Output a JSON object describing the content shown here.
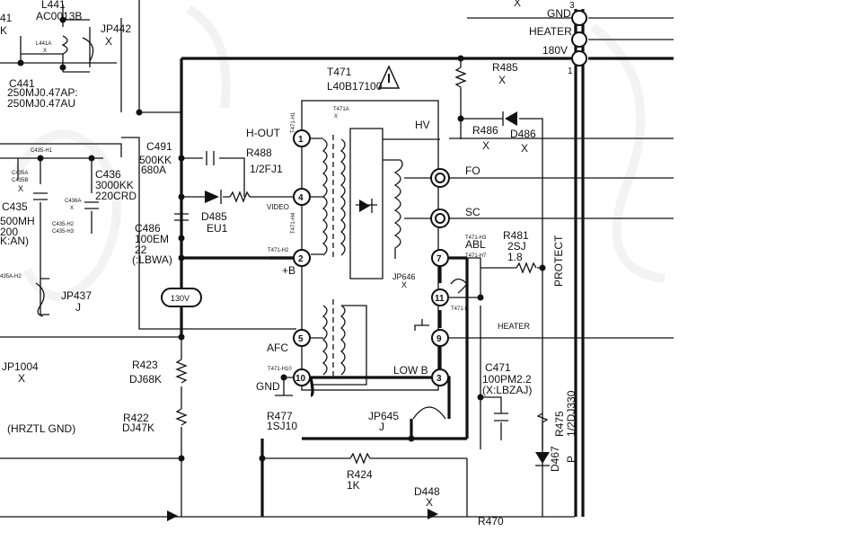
{
  "labels": {
    "l441_ref": "L441",
    "l441_val": "AC0013B",
    "l441a": "L441A",
    "l441a_x": "X",
    "jp442": "JP442",
    "jp442_x": "X",
    "frag_41": "41",
    "frag_k": "K",
    "c441_ref": "C441",
    "c441_v1": "250MJ0.47AP:",
    "c441_v2": "250MJ0.47AU",
    "c435_h1": "C435-H1",
    "c435a": "C435A",
    "c435b": "C435B",
    "c435_x": "X",
    "c435_ref": "C435",
    "c435_v1": "500MH",
    "c435_v2": "200",
    "c435_v3": "K:AN)",
    "c435a_h2": "435A-H2",
    "c436_ref": "C436",
    "c436_v1": "3000KK",
    "c436_v2": "220CRD",
    "c436a": "C436A",
    "c436a_x": "X",
    "c435_h2": "C435-H2",
    "c435_h3": "C435-H3",
    "jp437": "JP437",
    "jp437_j": "J",
    "jp1004": "JP1004",
    "jp1004_x": "X",
    "hrztl_gnd": "(HRZTL GND)",
    "c491_ref": "C491",
    "c491_v1": "500KK",
    "c491_v2": "680A",
    "c486_ref": "C486",
    "c486_v1": "100EM",
    "c486_v2": "22",
    "c486_v3": "(:LBWA)",
    "r488_ref": "R488",
    "r488_val": "1/2FJ1",
    "d485_ref": "D485",
    "d485_val": "EU1",
    "v130": "130V",
    "r423_ref": "R423",
    "r423_val": "DJ68K",
    "r422_ref": "R422",
    "r422_val": "DJ47K",
    "r477_ref": "R477",
    "r477_val": "1SJ10",
    "r424_ref": "R424",
    "r424_val": "1K",
    "d448_ref": "D448",
    "d448_x": "X",
    "r470_frag": "R470",
    "t471_ref": "T471",
    "t471_val": "L40B17100",
    "t471a": "T471A",
    "t471a_x": "X",
    "t471_h1": "T471-H1",
    "t471_h4": "T471-H4",
    "t471_h2": "T471-H2",
    "t471_h10": "T471-H10",
    "t471_h3": "T471-H3",
    "t471_h7": "T471-H7",
    "t471_h11": "T471-H",
    "h_out": "H-OUT",
    "video": "VIDEO",
    "plus_b": "+B",
    "afc": "AFC",
    "gnd_lower": "GND",
    "hv": "HV",
    "fo": "FO",
    "sc": "SC",
    "abl": "ABL",
    "low_b": "LOW B",
    "jp646": "JP646",
    "jp646_x": "X",
    "jp645": "JP645",
    "jp645_j": "J",
    "heater_lower": "HEATER",
    "pin1": "1",
    "pin2": "2",
    "pin3": "3",
    "pin4": "4",
    "pin5": "5",
    "pin7": "7",
    "pin9": "9",
    "pin10": "10",
    "pin11": "11",
    "gnd_top": "GND",
    "heater_top": "HEATER",
    "v180": "180V",
    "conn_pin3": "3",
    "conn_pin1": "1",
    "top_x": "X",
    "r485_ref": "R485",
    "r485_x": "X",
    "r486_ref": "R486",
    "r486_x": "X",
    "d486_ref": "D486",
    "d486_x": "X",
    "r481_ref": "R481",
    "r481_v1": "2SJ",
    "r481_v2": "1.8",
    "protect": "PROTECT",
    "c471_ref": "C471",
    "c471_v1": "100PM2.2",
    "c471_v2": "(X:LBZAJ)",
    "r475_ref": "R475",
    "r475_val": "1/2DJ330",
    "d467_ref": "D467",
    "p_mark": "P"
  }
}
